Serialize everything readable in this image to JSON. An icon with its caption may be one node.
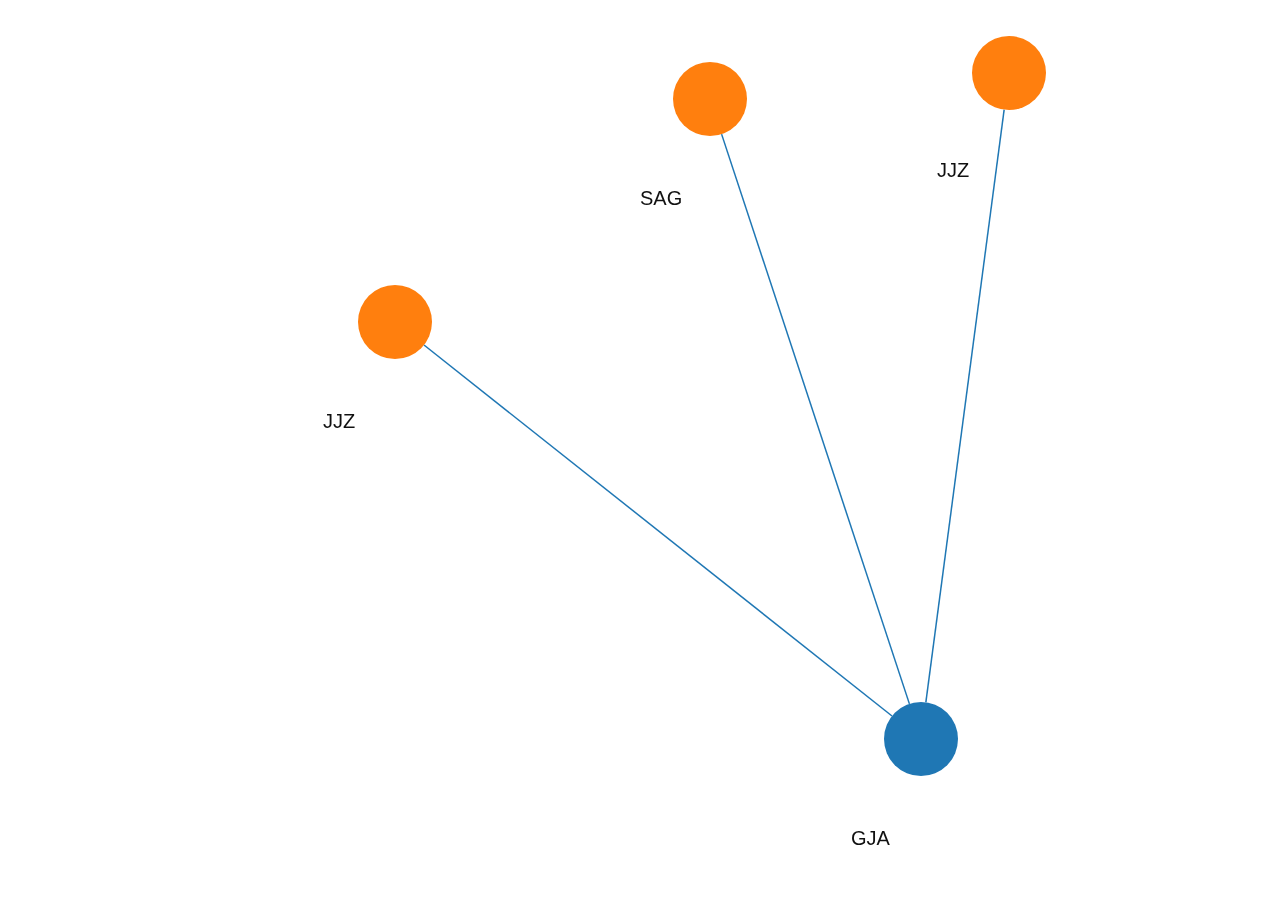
{
  "diagram": {
    "nodes": [
      {
        "text": [],
        "shape": "circle",
        "beside": [
          "JJZ"
        ]
      },
      {
        "text": [],
        "shape": "circle",
        "beside": [
          "SAG"
        ]
      },
      {
        "text": [],
        "shape": "circle",
        "beside": [
          "JJZ"
        ]
      },
      {
        "text": [],
        "shape": "circle",
        "beside": [
          "GJA"
        ]
      }
    ],
    "edges": [
      {
        "from": 0,
        "to": 3,
        "arrow": "none"
      },
      {
        "from": 1,
        "to": 3,
        "arrow": "none"
      },
      {
        "from": 2,
        "to": 3,
        "arrow": "none"
      }
    ]
  }
}
